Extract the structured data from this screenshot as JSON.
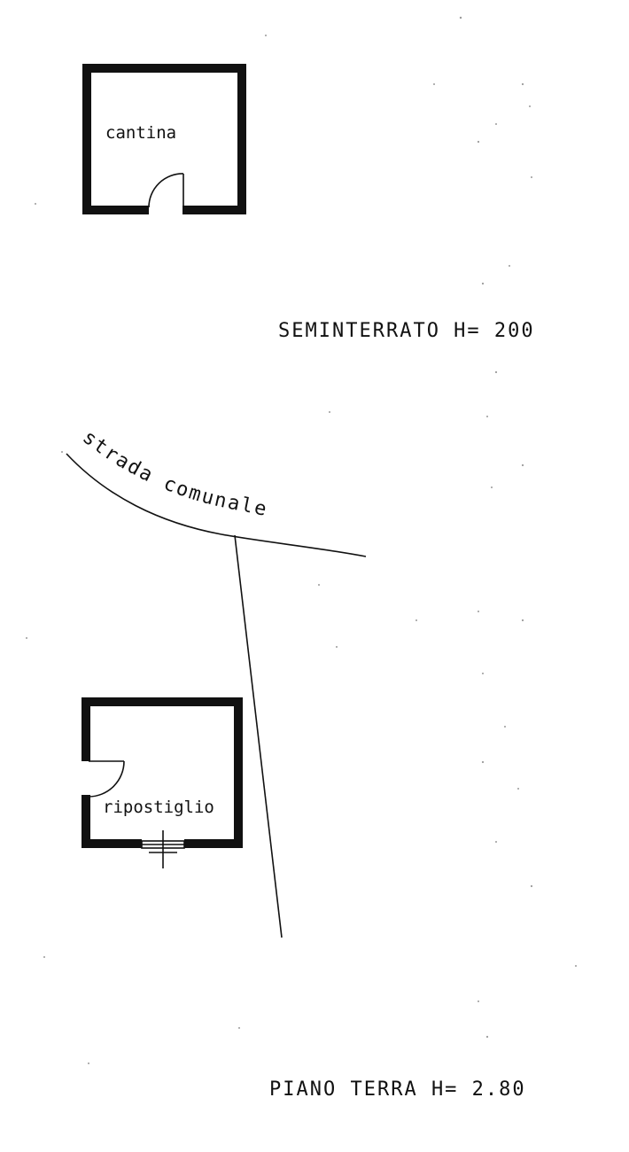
{
  "rooms": {
    "basement_room": "cantina",
    "ground_room": "ripostiglio"
  },
  "floors": {
    "basement": "SEMINTERRATO  H= 200",
    "ground": "PIANO TERRA  H= 2.80"
  },
  "road": {
    "label": "strada comunale"
  }
}
